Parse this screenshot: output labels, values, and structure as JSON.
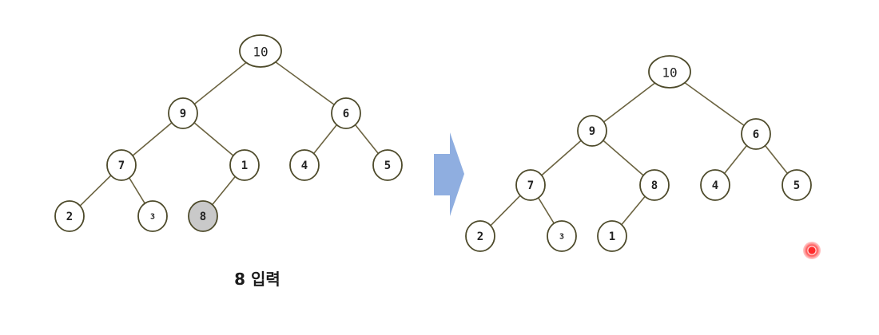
{
  "caption": "8 입력",
  "colors": {
    "edge": "#6b6340",
    "node_border": "#4d4a2a",
    "highlight_fill": "#c9c9c9",
    "arrow_fill": "#8faee0",
    "cursor": "#ff2a2a"
  },
  "arrow_icon": "right-arrow-icon",
  "trees": [
    {
      "name": "before",
      "nodes": [
        {
          "id": "a10",
          "label": "10"
        },
        {
          "id": "a9",
          "label": "9"
        },
        {
          "id": "a6",
          "label": "6"
        },
        {
          "id": "a7",
          "label": "7"
        },
        {
          "id": "a1",
          "label": "1"
        },
        {
          "id": "a4",
          "label": "4"
        },
        {
          "id": "a5",
          "label": "5"
        },
        {
          "id": "a2",
          "label": "2"
        },
        {
          "id": "a3",
          "label": "3"
        },
        {
          "id": "a8",
          "label": "8",
          "highlight": true
        }
      ],
      "edges": [
        [
          "a10",
          "a9"
        ],
        [
          "a10",
          "a6"
        ],
        [
          "a9",
          "a7"
        ],
        [
          "a9",
          "a1"
        ],
        [
          "a6",
          "a4"
        ],
        [
          "a6",
          "a5"
        ],
        [
          "a7",
          "a2"
        ],
        [
          "a7",
          "a3"
        ],
        [
          "a1",
          "a8"
        ]
      ]
    },
    {
      "name": "after",
      "nodes": [
        {
          "id": "b10",
          "label": "10"
        },
        {
          "id": "b9",
          "label": "9"
        },
        {
          "id": "b6",
          "label": "6"
        },
        {
          "id": "b7",
          "label": "7"
        },
        {
          "id": "b8",
          "label": "8"
        },
        {
          "id": "b4",
          "label": "4"
        },
        {
          "id": "b5",
          "label": "5"
        },
        {
          "id": "b2",
          "label": "2"
        },
        {
          "id": "b3",
          "label": "3"
        },
        {
          "id": "b1",
          "label": "1"
        }
      ],
      "edges": [
        [
          "b10",
          "b9"
        ],
        [
          "b10",
          "b6"
        ],
        [
          "b9",
          "b7"
        ],
        [
          "b9",
          "b8"
        ],
        [
          "b6",
          "b4"
        ],
        [
          "b6",
          "b5"
        ],
        [
          "b7",
          "b2"
        ],
        [
          "b7",
          "b3"
        ],
        [
          "b8",
          "b1"
        ]
      ]
    }
  ]
}
